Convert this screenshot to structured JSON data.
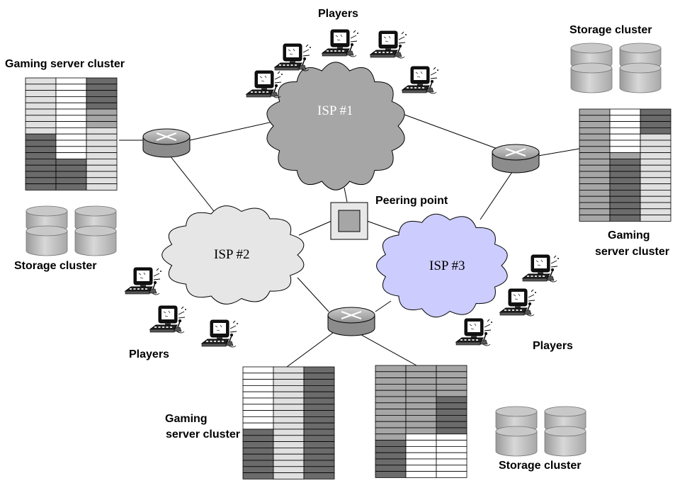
{
  "labels": {
    "players_top": "Players",
    "players_left": "Players",
    "players_right": "Players",
    "storage_top_right": "Storage cluster",
    "storage_left": "Storage cluster",
    "storage_bottom_right": "Storage cluster",
    "gaming_top_left": "Gaming server cluster",
    "gaming_right_line1": "Gaming",
    "gaming_right_line2": "server cluster",
    "gaming_bottom_line1": "Gaming",
    "gaming_bottom_line2": "server cluster",
    "peering_point": "Peering point"
  },
  "clouds": {
    "isp1": "ISP #1",
    "isp2": "ISP #2",
    "isp3": "ISP #3"
  },
  "colors": {
    "isp1_fill": "#a6a6a6",
    "isp2_fill": "#e6e6e6",
    "isp3_fill": "#ccccff",
    "rack_dark": "#6b6b6b",
    "rack_mid": "#a6a6a6",
    "rack_light": "#e0e0e0",
    "rack_white": "#ffffff"
  }
}
